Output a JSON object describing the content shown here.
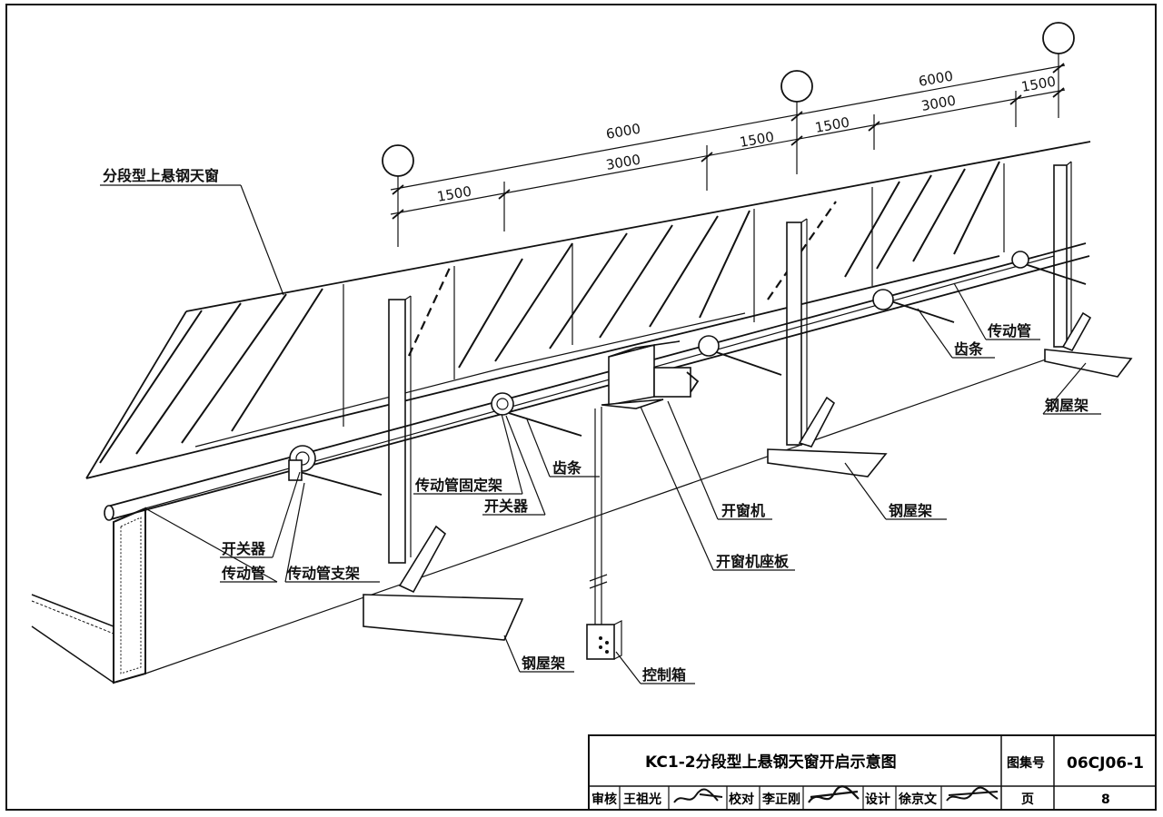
{
  "dimensions": {
    "d_6000_left": "6000",
    "d_3000_left": "3000",
    "d_1500_left": "1500",
    "d_1500_mid_a": "1500",
    "d_1500_mid_b": "1500",
    "d_3000_right": "3000",
    "d_6000_right": "6000",
    "d_1500_right": "1500"
  },
  "labels": {
    "skylight": "分段型上悬钢天窗",
    "rack_top": "齿条",
    "drive_tube_top": "传动管",
    "steel_truss_right": "钢屋架",
    "rack_mid": "齿条",
    "drive_tube_fixing": "传动管固定架",
    "switch_mid": "开关器",
    "window_opener": "开窗机",
    "steel_truss_mid": "钢屋架",
    "switch_left": "开关器",
    "drive_tube_left": "传动管",
    "drive_tube_support": "传动管支架",
    "opener_base": "开窗机座板",
    "steel_truss_bottom": "钢屋架",
    "control_box": "控制箱"
  },
  "title_block": {
    "title": "KC1-2分段型上悬钢天窗开启示意图",
    "atlas_label": "图集号",
    "atlas_code": "06CJ06-1",
    "review_label": "审核",
    "reviewer": "王祖光",
    "check_label": "校对",
    "checker": "李正刚",
    "design_label": "设计",
    "designer": "徐京文",
    "page_label": "页",
    "page_number": "8"
  }
}
